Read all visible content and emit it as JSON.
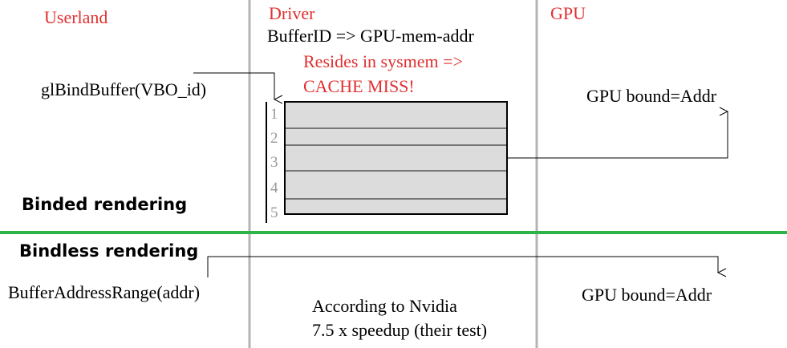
{
  "columns": {
    "userland": "Userland",
    "driver": "Driver",
    "gpu": "GPU"
  },
  "binded": {
    "section_title": "Binded rendering",
    "buffer_mapping": "BufferID => GPU-mem-addr",
    "cache_note_line1": "Resides in sysmem =>",
    "cache_note_line2": "CACHE MISS!",
    "userland_call": "glBindBuffer(VBO_id)",
    "gpu_label": "GPU bound=Addr",
    "rows": [
      "1",
      "2",
      "3",
      "4",
      "5"
    ]
  },
  "bindless": {
    "section_title": "Bindless rendering",
    "userland_call": "BufferAddressRange(addr)",
    "gpu_label": "GPU bound=Addr",
    "note_line1": "According to Nvidia",
    "note_line2": "7.5 x speedup (their test)"
  },
  "colors": {
    "red_text": "#e03030",
    "green_divider": "#2db34a",
    "column_divider": "#b4b4b4",
    "table_fill": "#dcdcdc"
  }
}
